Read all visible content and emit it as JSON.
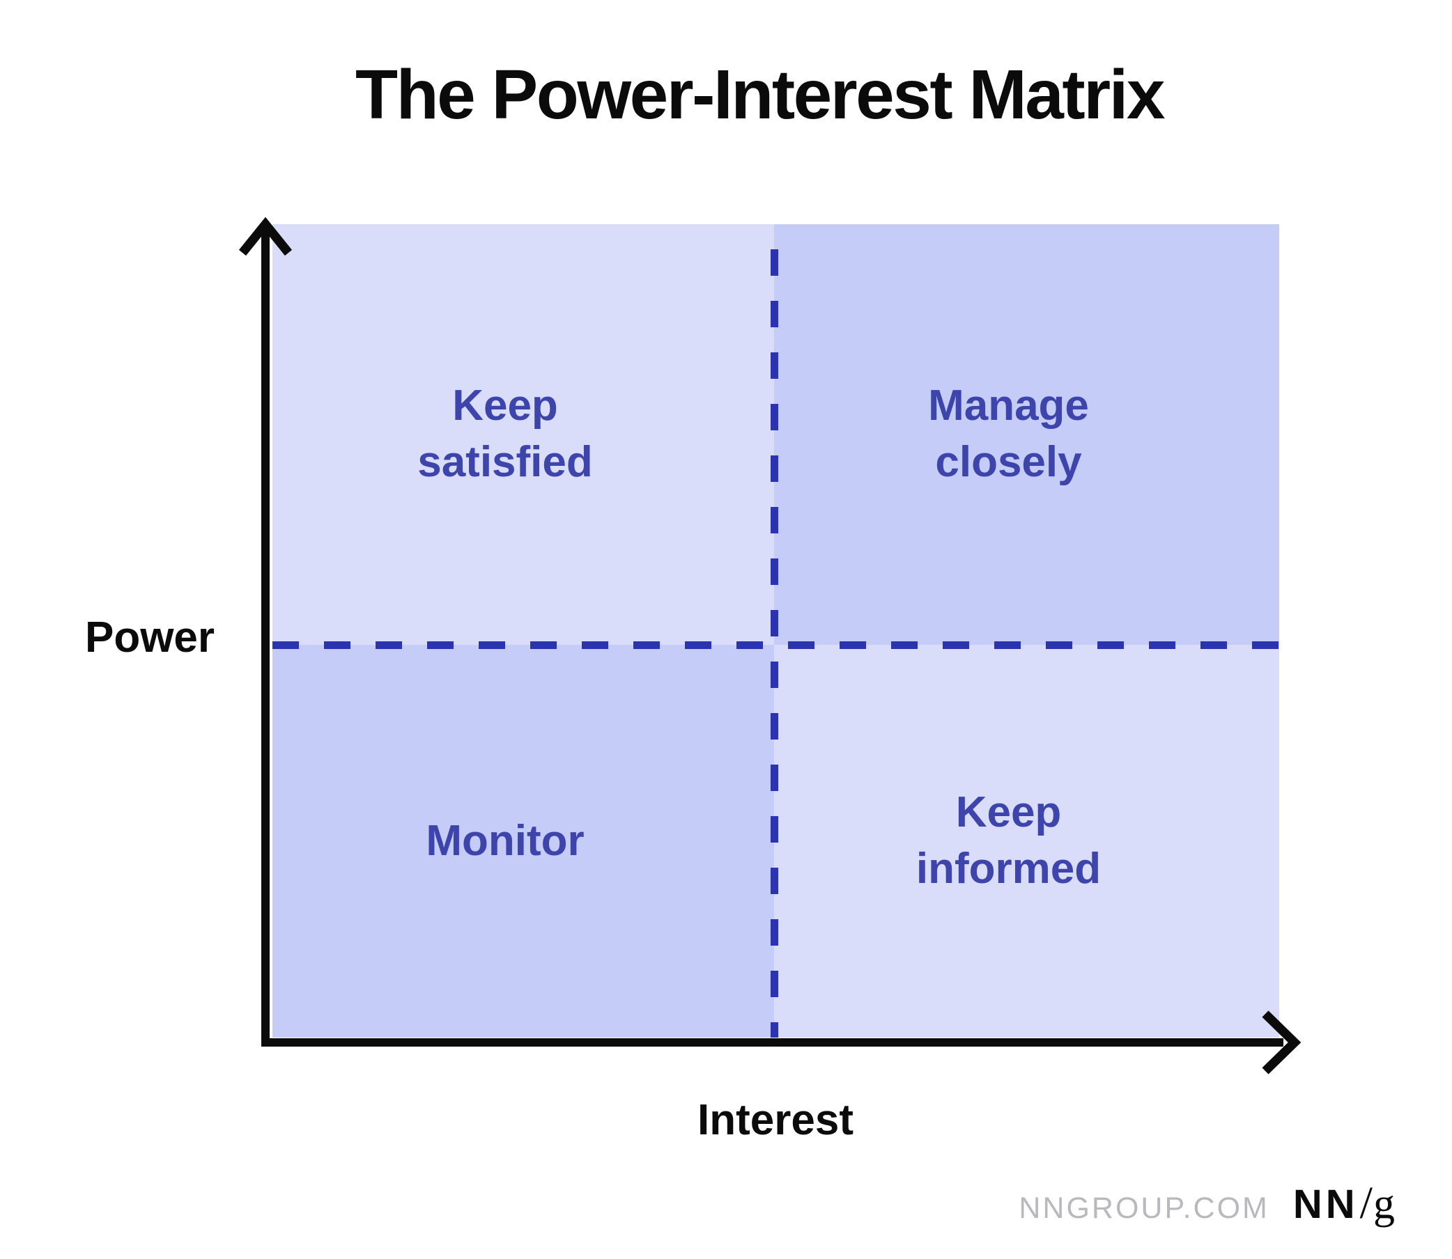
{
  "title": "The Power-Interest Matrix",
  "axes": {
    "y_label": "Power",
    "x_label": "Interest"
  },
  "matrix": {
    "quadrants": [
      {
        "position": "top-left",
        "power": "high",
        "interest": "low",
        "label": "Keep\nsatisfied",
        "tone": "light"
      },
      {
        "position": "top-right",
        "power": "high",
        "interest": "high",
        "label": "Manage\nclosely",
        "tone": "dark"
      },
      {
        "position": "bottom-left",
        "power": "low",
        "interest": "low",
        "label": "Monitor",
        "tone": "dark"
      },
      {
        "position": "bottom-right",
        "power": "low",
        "interest": "high",
        "label": "Keep\ninformed",
        "tone": "light"
      }
    ]
  },
  "footer": {
    "site": "NNGROUP.COM",
    "logo_nn": "NN",
    "logo_slash": "/",
    "logo_g": "g"
  },
  "colors": {
    "quadrant_light": "#d9ddfa",
    "quadrant_dark": "#c5ccf7",
    "divider_blue": "#2a33b0",
    "label_blue": "#3d44ac",
    "axis_black": "#0b0b0b",
    "url_gray": "#b9b9bd",
    "bg_white": "#ffffff"
  }
}
